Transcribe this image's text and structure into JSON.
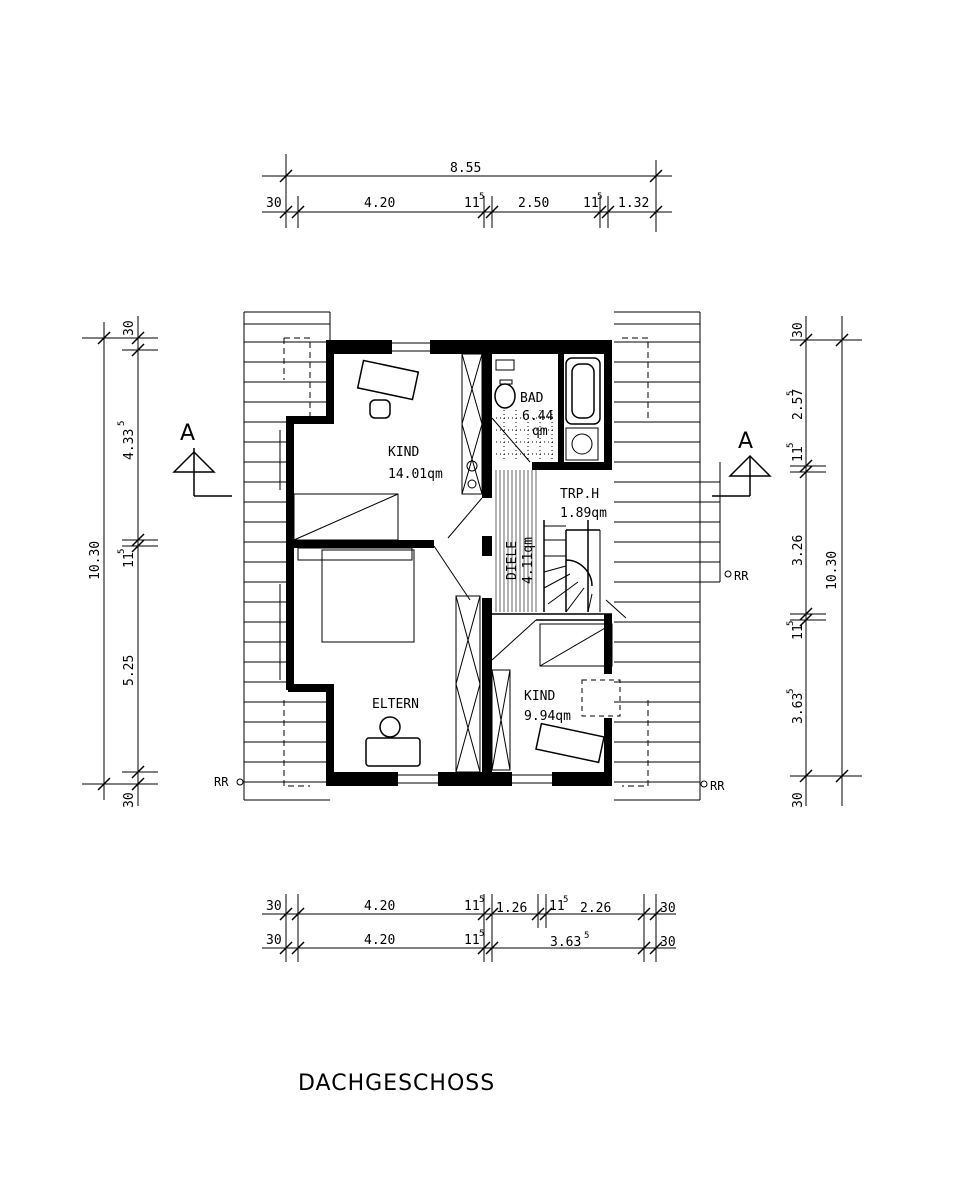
{
  "title": "DACHGESCHOSS",
  "dims_top": {
    "overall": "8.55",
    "seg_30": "30",
    "seg_a": "4.20",
    "seg_b": "11",
    "seg_b_sup": "5",
    "seg_c": "2.50",
    "seg_d": "11",
    "seg_d_sup": "5",
    "seg_e": "1.32"
  },
  "dims_bottom": {
    "r1_30a": "30",
    "r1_a": "4.20",
    "r1_b": "11",
    "r1_b_sup": "5",
    "r1_c": "1.26",
    "r1_d": "11",
    "r1_d_sup": "5",
    "r1_e": "2.26",
    "r1_30b": "30",
    "r2_30a": "30",
    "r2_a": "4.20",
    "r2_b": "11",
    "r2_b_sup": "5",
    "r2_c": "3.63",
    "r2_c_sup": "5",
    "r2_30b": "30"
  },
  "dims_left": {
    "overall": "10.30",
    "top30": "30",
    "a": "4.33",
    "a_sup": "5",
    "b": "11",
    "b_sup": "5",
    "c": "5.25",
    "bottom30": "30"
  },
  "dims_right": {
    "overall": "10.30",
    "top30": "30",
    "a": "2.57",
    "a_sup": "5",
    "b": "11",
    "b_sup": "5",
    "c": "3.26",
    "d": "11",
    "d_sup": "5",
    "e": "3.63",
    "e_sup": "5",
    "bottom30": "30"
  },
  "rooms": {
    "kind1_name": "KIND",
    "kind1_area": "14.01qm",
    "bad_name": "BAD",
    "bad_area": "6.44",
    "bad_unit": "qm",
    "trph_name": "TRP.H",
    "trph_area": "1.89qm",
    "diele_name": "DIELE",
    "diele_area": "4.11qm",
    "eltern_name": "ELTERN",
    "kind2_name": "KIND",
    "kind2_area": "9.94qm"
  },
  "section_marks": {
    "left": "A",
    "right": "A"
  },
  "rr_labels": {
    "right_mid": "RR",
    "left_bottom": "RR",
    "right_bottom": "RR"
  }
}
